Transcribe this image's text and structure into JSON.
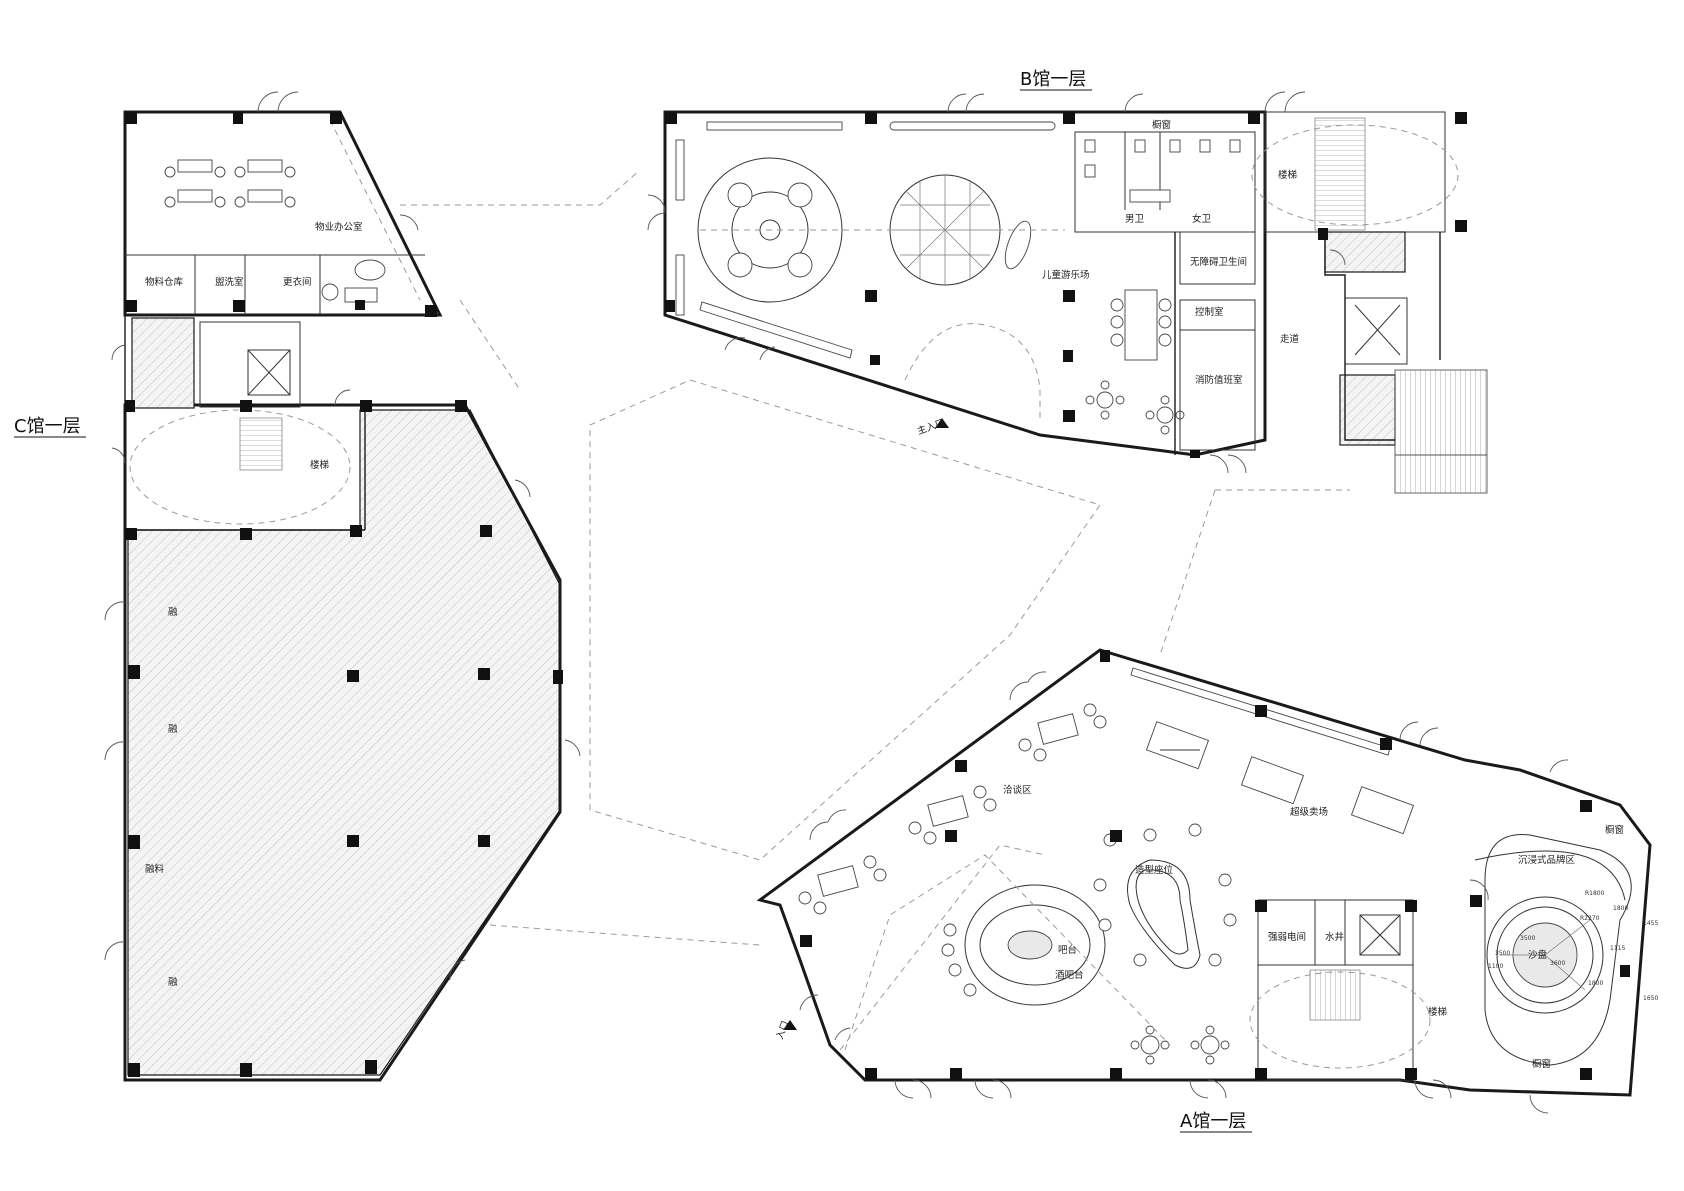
{
  "titles": {
    "b_hall": "B馆一层",
    "c_hall": "C馆一层",
    "a_hall": "A馆一层"
  },
  "c_rooms": {
    "property_office": "物业办公室",
    "material_store": "物料仓库",
    "washroom": "盥洗室",
    "locker": "更衣间",
    "stairs": "楼梯",
    "hall_mark": "融",
    "hall_mark_2": "融料"
  },
  "b_rooms": {
    "window": "橱窗",
    "kids_playground": "儿童游乐场",
    "male_wc": "男卫",
    "female_wc": "女卫",
    "accessible_wc": "无障碍卫生间",
    "control_room": "控制室",
    "fire_duty_room": "消防值班室",
    "stairs": "楼梯",
    "corridor": "走道",
    "main_entrance": "主入口"
  },
  "a_rooms": {
    "negotiation": "洽谈区",
    "super_showroom": "超级卖场",
    "feature_seats": "造型座位",
    "bar_counter": "吧台",
    "bar_counter_2": "酒吧台",
    "pipe_shaft": "强弱电间",
    "water_well": "水井",
    "stairs": "楼梯",
    "immersive_brand": "沉浸式品牌区",
    "sand_table": "沙盘",
    "window_1": "橱窗",
    "window_2": "橱窗",
    "entrance": "入口"
  },
  "dimensions": [
    "3500",
    "3600",
    "3500",
    "1100",
    "1115",
    "1800",
    "1800",
    "R2270",
    "R1800",
    "1455",
    "1650"
  ]
}
